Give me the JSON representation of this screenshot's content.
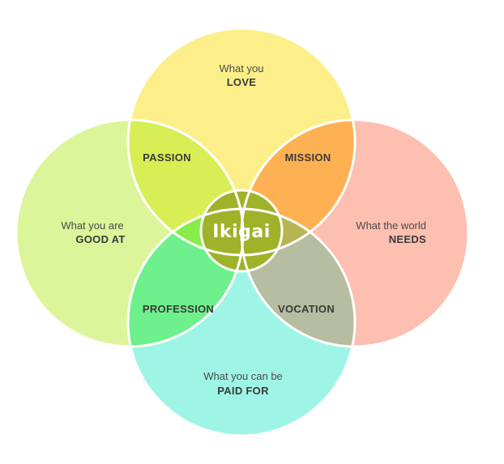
{
  "diagram": {
    "center": "Ikigai",
    "circles": {
      "top": {
        "line1": "What you",
        "line2": "LOVE",
        "color": "#fcef8a"
      },
      "left": {
        "line1": "What you are",
        "line2": "GOOD AT",
        "color": "#dcf59a"
      },
      "right": {
        "line1": "What the world",
        "line2": "NEEDS",
        "color": "#fdbfb0"
      },
      "bottom": {
        "line1": "What you can be",
        "line2": "PAID FOR",
        "color": "#9ef5e6"
      }
    },
    "overlaps": {
      "top_left": {
        "label": "PASSION",
        "color": "#d8ee55"
      },
      "top_right": {
        "label": "MISSION",
        "color": "#feb153"
      },
      "bottom_left": {
        "label": "PROFESSION",
        "color": "#6ef08c"
      },
      "bottom_right": {
        "label": "VOCATION",
        "color": "#b6bda0"
      }
    },
    "triple_colors": {
      "top": "#dcac33",
      "left": "#86ee46",
      "right": "#b8b452",
      "bottom": "#8fbb6a"
    },
    "center_color": "#9eb22a"
  }
}
